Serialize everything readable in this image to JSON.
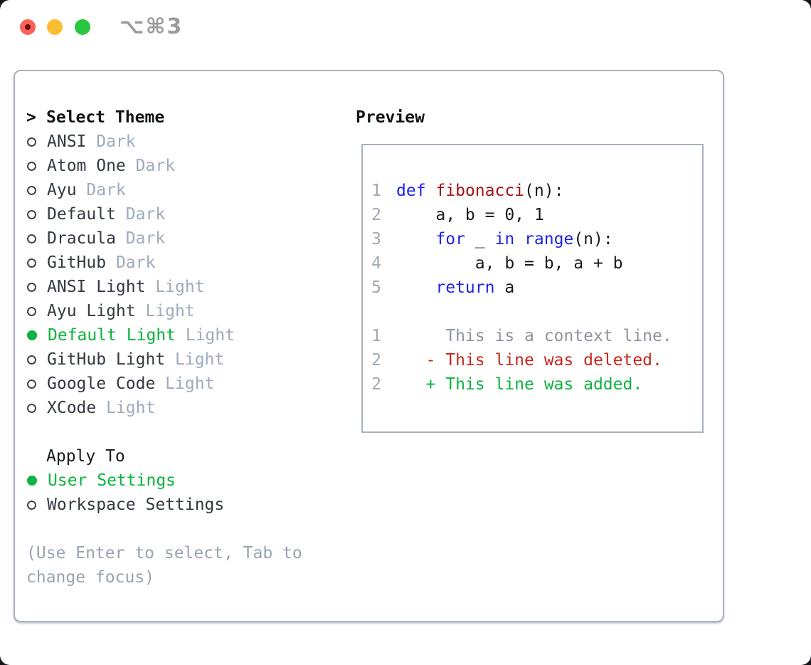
{
  "window": {
    "title": "⌥⌘3",
    "traffic_lights": [
      {
        "name": "close"
      },
      {
        "name": "minimize"
      },
      {
        "name": "zoom"
      }
    ]
  },
  "theme_list": {
    "header_marker": ">",
    "header_label": "Select Theme",
    "items": [
      {
        "name": "ANSI",
        "variant": "Dark",
        "selected": false
      },
      {
        "name": "Atom One",
        "variant": "Dark",
        "selected": false
      },
      {
        "name": "Ayu",
        "variant": "Dark",
        "selected": false
      },
      {
        "name": "Default",
        "variant": "Dark",
        "selected": false
      },
      {
        "name": "Dracula",
        "variant": "Dark",
        "selected": false
      },
      {
        "name": "GitHub",
        "variant": "Dark",
        "selected": false
      },
      {
        "name": "ANSI Light",
        "variant": "Light",
        "selected": false
      },
      {
        "name": "Ayu Light",
        "variant": "Light",
        "selected": false
      },
      {
        "name": "Default Light",
        "variant": "Light",
        "selected": true
      },
      {
        "name": "GitHub Light",
        "variant": "Light",
        "selected": false
      },
      {
        "name": "Google Code",
        "variant": "Light",
        "selected": false
      },
      {
        "name": "XCode",
        "variant": "Light",
        "selected": false
      }
    ]
  },
  "apply_to": {
    "header_label": "Apply To",
    "options": [
      {
        "label": "User Settings",
        "selected": true
      },
      {
        "label": "Workspace Settings",
        "selected": false
      }
    ]
  },
  "help_lines": [
    "(Use Enter to select, Tab to",
    "change focus)"
  ],
  "preview": {
    "title": "Preview",
    "lines": [
      {
        "num": "1",
        "tokens": [
          [
            "def",
            "kw"
          ],
          [
            " "
          ],
          [
            "fibonacci",
            "fn"
          ],
          [
            "(n):"
          ]
        ]
      },
      {
        "num": "2",
        "tokens": [
          [
            "    a, b = 0, 1"
          ]
        ]
      },
      {
        "num": "3",
        "tokens": [
          [
            "    "
          ],
          [
            "for",
            "kw"
          ],
          [
            " _ "
          ],
          [
            "in",
            "kw"
          ],
          [
            " "
          ],
          [
            "range",
            "kw"
          ],
          [
            "(n):"
          ]
        ]
      },
      {
        "num": "4",
        "tokens": [
          [
            "        a, b = b, a + b"
          ]
        ]
      },
      {
        "num": "5",
        "tokens": [
          [
            "    "
          ],
          [
            "return",
            "kw"
          ],
          [
            " a"
          ]
        ]
      },
      {
        "num": "",
        "tokens": []
      },
      {
        "num": "1",
        "tokens": [
          [
            "     This is a context line.",
            "ctx"
          ]
        ]
      },
      {
        "num": "2",
        "tokens": [
          [
            "   - This line was deleted.",
            "del"
          ]
        ]
      },
      {
        "num": "2",
        "tokens": [
          [
            "   + This line was added.",
            "add"
          ]
        ]
      }
    ]
  },
  "colors": {
    "accent_green": "#0cb43e",
    "keyword_blue": "#1e23e6",
    "function_maroon": "#a31515",
    "diff_red": "#c9261a",
    "muted_gray": "#9fabbc",
    "border_gray": "#a9b2bd",
    "traffic_red": "#f9615a",
    "traffic_yellow": "#fdbd30",
    "traffic_green": "#29c73f"
  }
}
